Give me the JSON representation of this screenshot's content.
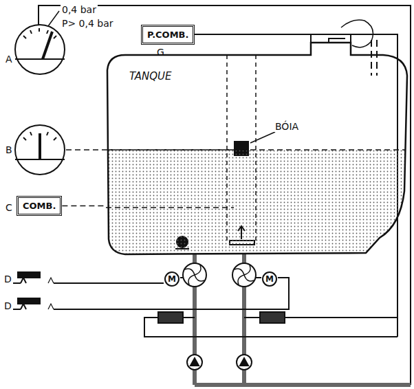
{
  "diagram": {
    "nodes": [
      {
        "text": [
          "TANQUE"
        ]
      },
      {
        "text": [
          "P.COMB."
        ]
      },
      {
        "text": [
          "COMB."
        ]
      },
      {
        "text": [
          "M"
        ]
      },
      {
        "text": [
          "M"
        ]
      }
    ],
    "edges": [
      {
        "from": 2,
        "to": 0,
        "arrow": "none"
      }
    ],
    "labels": [
      "A",
      "0,4 bar",
      "P> 0,4 bar",
      "G",
      "B",
      "C",
      "D",
      "D",
      "BÓIA"
    ]
  }
}
